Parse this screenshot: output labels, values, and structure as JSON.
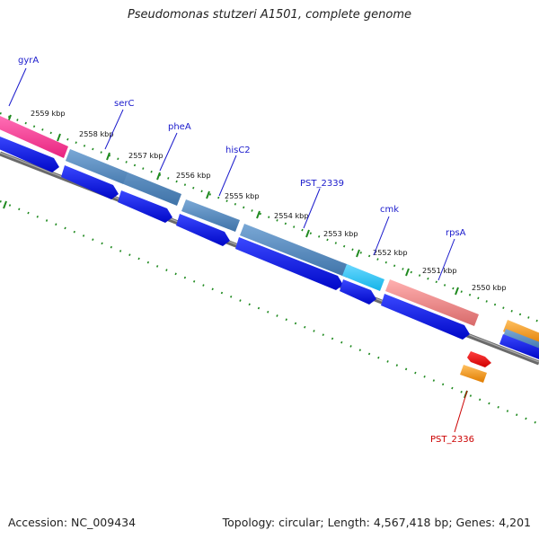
{
  "title": "Pseudomonas stutzeri A1501, complete genome",
  "footer": {
    "accession": "Accession: NC_009434",
    "topology": "Topology: circular; Length: 4,567,418 bp; Genes: 4,201"
  },
  "colors": {
    "cds": "#0a14e8",
    "tick": "#1f8a1f",
    "backbone": "#777777",
    "label_blue": "#1a1acc",
    "label_red": "#cc0000",
    "gyrA": "#ee2a8a",
    "steel": "#4f86b8",
    "cyan": "#22c4f0",
    "salmon": "#e88080",
    "orange": "#f59a1a",
    "red": "#ee0000"
  },
  "kbp_ticks": [
    "2559 kbp",
    "2558 kbp",
    "2557 kbp",
    "2556 kbp",
    "2555 kbp",
    "2554 kbp",
    "2553 kbp",
    "2552 kbp",
    "2551 kbp",
    "2550 kbp"
  ],
  "gene_labels": [
    "gyrA",
    "serC",
    "pheA",
    "hisC2",
    "PST_2339",
    "cmk",
    "rpsA",
    "PST_2336"
  ]
}
